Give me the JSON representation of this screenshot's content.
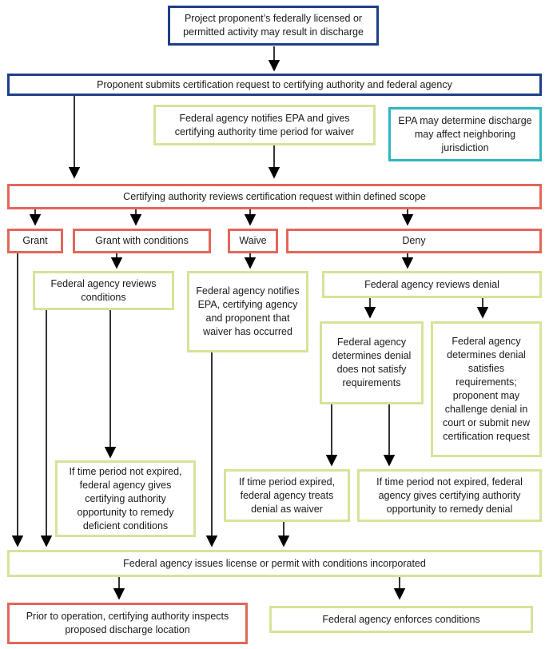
{
  "colors": {
    "navy": "#1f3f8a",
    "red": "#e2675b",
    "green": "#d6e39a",
    "teal": "#2fb6c0",
    "arrow": "#000000"
  },
  "nodes": {
    "start": "Project proponent’s federally licensed or permitted activity may result in discharge",
    "submit": "Proponent submits certification request to certifying authority and federal agency",
    "notify_epa": "Federal agency notifies EPA and gives certifying authority time period for waiver",
    "epa_neighbor": "EPA may determine discharge may affect neighboring jurisdiction",
    "review": "Certifying authority reviews certification request within defined scope",
    "grant": "Grant",
    "grant_conditions": "Grant with conditions",
    "waive": "Waive",
    "deny": "Deny",
    "agency_reviews_conditions": "Federal agency reviews conditions",
    "agency_notifies_waiver": "Federal agency notifies EPA, certifying agency and proponent that waiver has occurred",
    "agency_reviews_denial": "Federal agency reviews denial",
    "denial_not_satisfy": "Federal agency determines denial does not satisfy requirements",
    "denial_satisfies": "Federal agency determines denial satisfies requirements; proponent may challenge denial in court or submit new certification request",
    "remedy_conditions": "If time period not expired, federal agency gives certifying authority opportunity to remedy deficient conditions",
    "expired_waiver": "If time period expired, federal agency treats denial as waiver",
    "remedy_denial": "If time period not expired, federal agency gives certifying authority opportunity to remedy denial",
    "issue_license": "Federal agency issues license or permit with conditions incorporated",
    "inspect": "Prior to operation, certifying authority inspects proposed discharge location",
    "enforce": "Federal agency enforces conditions"
  }
}
